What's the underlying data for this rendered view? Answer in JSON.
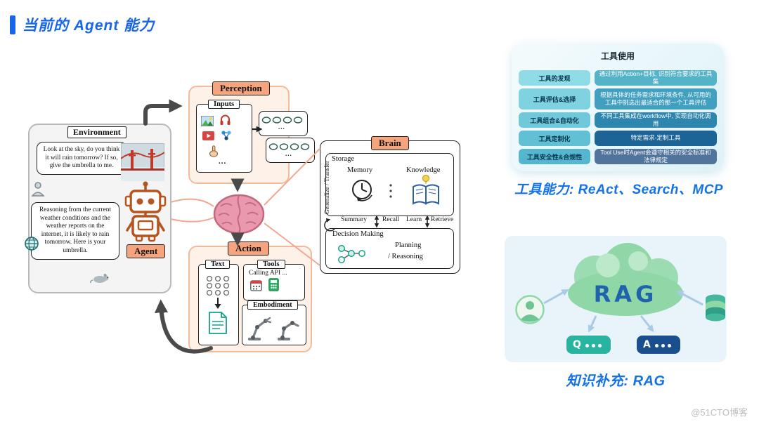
{
  "title": "当前的 Agent 能力",
  "diagram": {
    "environment": {
      "label": "Environment",
      "bubble1": "Look at the sky, do you think it will rain tomorrow? If so, give the umbrella to me.",
      "bubble2": "Reasoning from the current weather conditions and the weather reports on the internet, it is likely to rain tomorrow. Here is your umbrella.",
      "agent_label": "Agent"
    },
    "perception": {
      "label": "Perception",
      "inputs_label": "Inputs"
    },
    "action": {
      "label": "Action",
      "text_label": "Text",
      "tools_label": "Tools",
      "calling_api": "Calling API ...",
      "embodiment_label": "Embodiment"
    },
    "brain": {
      "label": "Brain",
      "storage": "Storage",
      "memory": "Memory",
      "knowledge": "Knowledge",
      "summary": "Summary",
      "recall": "Recall",
      "learn": "Learn",
      "retrieve": "Retrieve",
      "decision_making": "Decision Making",
      "planning_line1": "Planning",
      "planning_line2": "/ Reasoning",
      "generalize": "Generalize / Transfer"
    },
    "ellipsis": "..."
  },
  "tool_table": {
    "title": "工具使用",
    "rows": [
      {
        "label": "工具的发现",
        "desc": "通过利用Action+目标, 识别符合要求的工具集"
      },
      {
        "label": "工具评估&选择",
        "desc": "根据具体的任务需求和环境条件, 从可用的工具中挑选出最适合的那一个工具评估"
      },
      {
        "label": "工具组合&自动化",
        "desc": "不同工具集成在workflow中, 实现自动化调用"
      },
      {
        "label": "工具定制化",
        "desc": "特定需求-定制工具"
      },
      {
        "label": "工具安全性&合规性",
        "desc": "Tool Use时Agent会遵守相关的安全标准和法律规定"
      }
    ]
  },
  "tool_capability": "工具能力: ReAct、Search、MCP",
  "rag": {
    "cloud_label": "RAG",
    "q_label": "Q",
    "a_label": "A",
    "caption": "知识补充: RAG"
  },
  "watermark": "@51CTO博客"
}
